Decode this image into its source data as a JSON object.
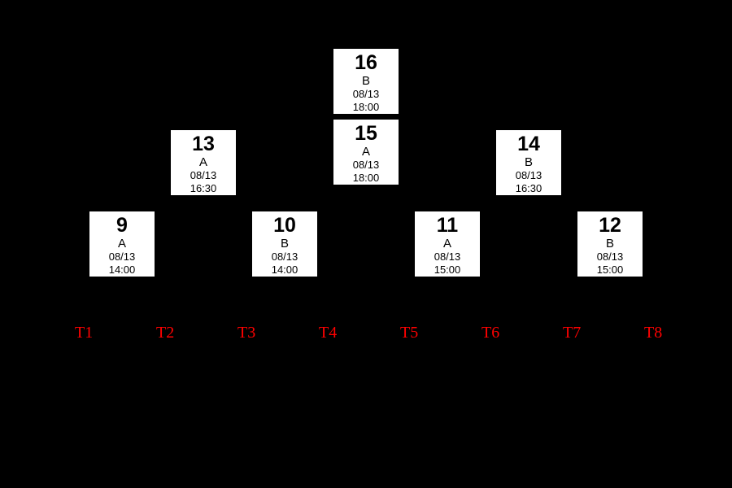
{
  "page": {
    "background_color": "#000000"
  },
  "bracket": {
    "box_color": "#ffffff",
    "box_text_color": "#000000",
    "matches": [
      {
        "number": "9",
        "group": "A",
        "date": "08/13",
        "time": "14:00"
      },
      {
        "number": "10",
        "group": "B",
        "date": "08/13",
        "time": "14:00"
      },
      {
        "number": "11",
        "group": "A",
        "date": "08/13",
        "time": "15:00"
      },
      {
        "number": "12",
        "group": "B",
        "date": "08/13",
        "time": "15:00"
      },
      {
        "number": "13",
        "group": "A",
        "date": "08/13",
        "time": "16:30"
      },
      {
        "number": "14",
        "group": "B",
        "date": "08/13",
        "time": "16:30"
      },
      {
        "number": "15",
        "group": "A",
        "date": "08/13",
        "time": "18:00"
      },
      {
        "number": "16",
        "group": "B",
        "date": "08/13",
        "time": "18:00"
      }
    ]
  },
  "team_labels": {
    "color": "#ff0000",
    "items": [
      {
        "label": "T1"
      },
      {
        "label": "T2"
      },
      {
        "label": "T3"
      },
      {
        "label": "T4"
      },
      {
        "label": "T5"
      },
      {
        "label": "T6"
      },
      {
        "label": "T7"
      },
      {
        "label": "T8"
      }
    ]
  }
}
